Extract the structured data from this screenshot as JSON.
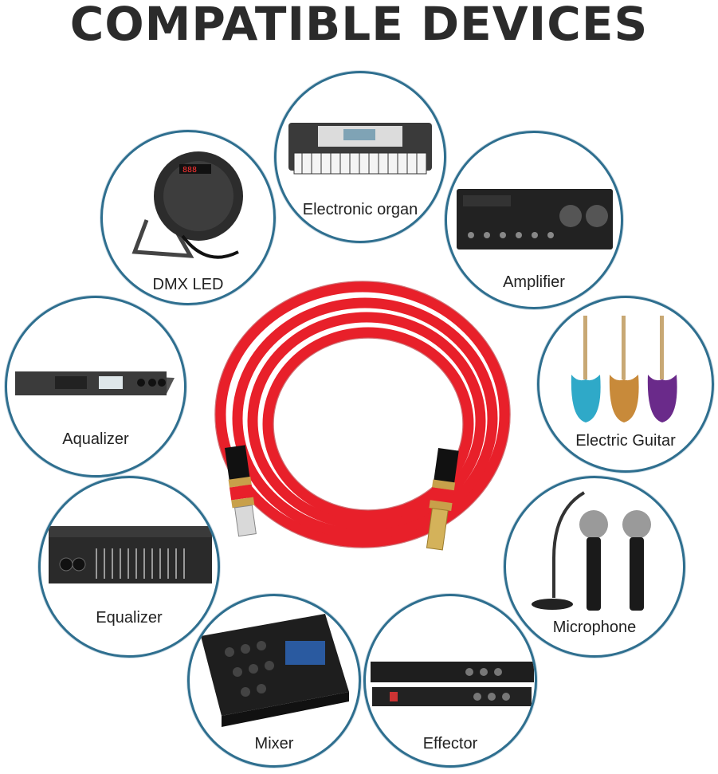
{
  "title": "COMPATIBLE DEVICES",
  "colors": {
    "ring": "#2f6f8f",
    "cable": "#e8202a",
    "title": "#2b2b2b"
  },
  "devices": [
    {
      "label": "Electronic organ",
      "icon": "keyboard-icon"
    },
    {
      "label": "DMX LED",
      "icon": "stage-light-icon"
    },
    {
      "label": "Amplifier",
      "icon": "amplifier-icon"
    },
    {
      "label": "Aqualizer",
      "icon": "rack-unit-icon"
    },
    {
      "label": "Electric Guitar",
      "icon": "guitar-icon"
    },
    {
      "label": "Equalizer",
      "icon": "equalizer-icon"
    },
    {
      "label": "Microphone",
      "icon": "microphone-icon"
    },
    {
      "label": "Mixer",
      "icon": "mixer-icon"
    },
    {
      "label": "Effector",
      "icon": "effector-icon"
    }
  ]
}
